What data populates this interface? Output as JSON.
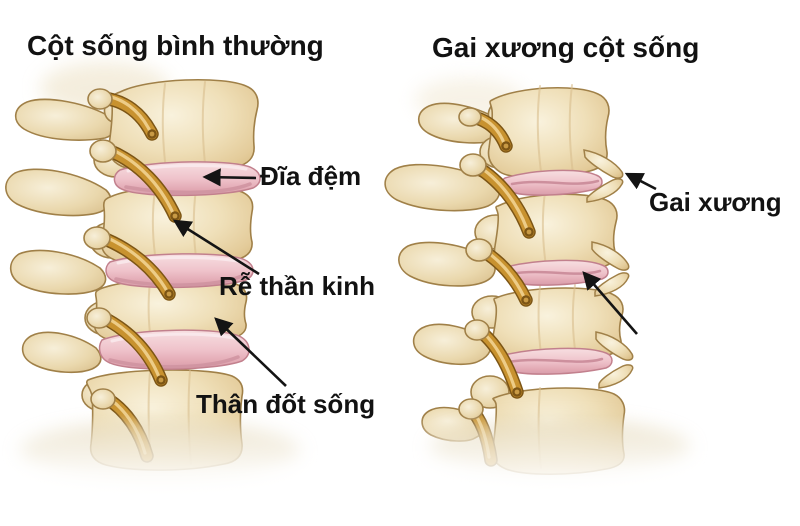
{
  "colors": {
    "background": "#ffffff",
    "text": "#121212",
    "bone": "#ecd9ae",
    "bone_outline": "#a08048",
    "disc_pink": "#f0c3ca",
    "nerve_gold": "#c8922f",
    "arrow": "#141414"
  },
  "left_panel": {
    "title": "Cột sống bình thường"
  },
  "right_panel": {
    "title": "Gai xương cột sống"
  },
  "annotations": [
    {
      "id": "disc",
      "text": "Đĩa đệm"
    },
    {
      "id": "nerve-root",
      "text": "Rễ thần kinh"
    },
    {
      "id": "vertebral-body",
      "text": "Thân đốt sống"
    },
    {
      "id": "bone-spur",
      "text": "Gai xương"
    }
  ]
}
